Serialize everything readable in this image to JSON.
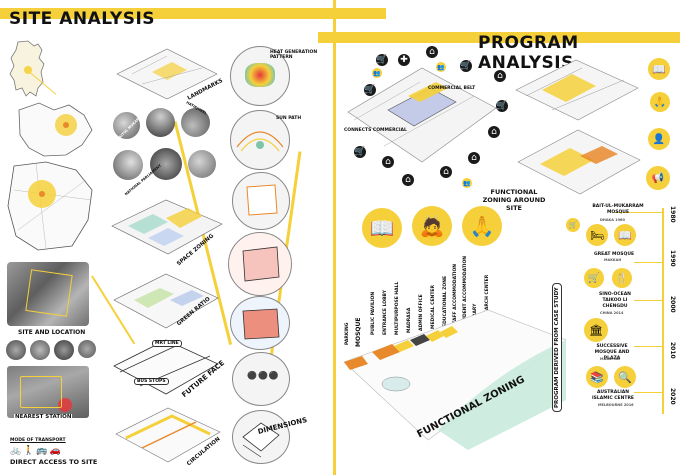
{
  "site": {
    "title": "SITE ANALYSIS",
    "site_and_location": "SITE AND LOCATION",
    "nearest_station": "NEAREST STATION",
    "mode_of_transport": "MODE OF TRANSPORT",
    "direct_access": "DIRECT ACCESS TO SITE",
    "landmarks": "LANDMARKS",
    "space_zoning": "SPACE ZONING",
    "green_ratio": "GREEN RATIO",
    "future_face": "FUTURE FACE",
    "bus_stops": "BUS STOPS",
    "mrt_line": "MRT LINE",
    "circulation": "CIRCULATION",
    "dimensions": "DIMENSIONS",
    "heat_generation": "HEAT GENERATION PATTERN",
    "sun_path": "SUN PATH",
    "landmark_names": [
      "BAITUL MUKARRAM",
      "BASHUNDHARA",
      "NATIONAL PARLIAMENT",
      "HATIRJHEEL",
      "POLICE PLAZA",
      "JAMUNA FUTURE PARK"
    ]
  },
  "program": {
    "title": "PROGRAM ANALYSIS",
    "commercial_belt": "COMMERCIAL BELT",
    "connects_commercial": "CONNECTS COMMERCIAL",
    "functional_zoning_around_site": "FUNCTIONAL ZONING AROUND SITE",
    "functional_zoning": "FUNCTIONAL ZONING",
    "program_derived": "PROGRAM DERIVED FROM CASE STUDY",
    "zones": [
      "PARKING",
      "MOSQUE",
      "PUBLIC PAVILION",
      "ENTRANCE LOBBY",
      "MULTIPURPOSE HALL",
      "MADRASA",
      "ADMIN OFFICE",
      "MEDICAL CENTER",
      "EDUCATIONAL ZONE",
      "STAFF ACCOMMODATION",
      "STUDENT ACCOMMODATION",
      "LIBRARY",
      "RESEARCH CENTER"
    ]
  },
  "case_studies": [
    {
      "name": "BAIT-UL-MUKARRAM MOSQUE",
      "place": "DHAKA 1960"
    },
    {
      "name": "GREAT MOSQUE",
      "place": "MAKKAH"
    },
    {
      "name": "SINO-OCEAN TAIKOO LI CHENGDU",
      "place": "CHINA 2014"
    },
    {
      "name": "SUCCESSIVE MOSQUE AND PLAZA",
      "place": "MALAYSIA"
    },
    {
      "name": "AUSTRALIAN ISLAMIC CENTRE",
      "place": "MELBOURNE 2016"
    }
  ],
  "timeline_years": [
    "1980",
    "1990",
    "2000",
    "2010",
    "2020"
  ],
  "colors": {
    "accent": "#f5d03a",
    "dark": "#1a1a1a",
    "orange": "#e8892b"
  }
}
